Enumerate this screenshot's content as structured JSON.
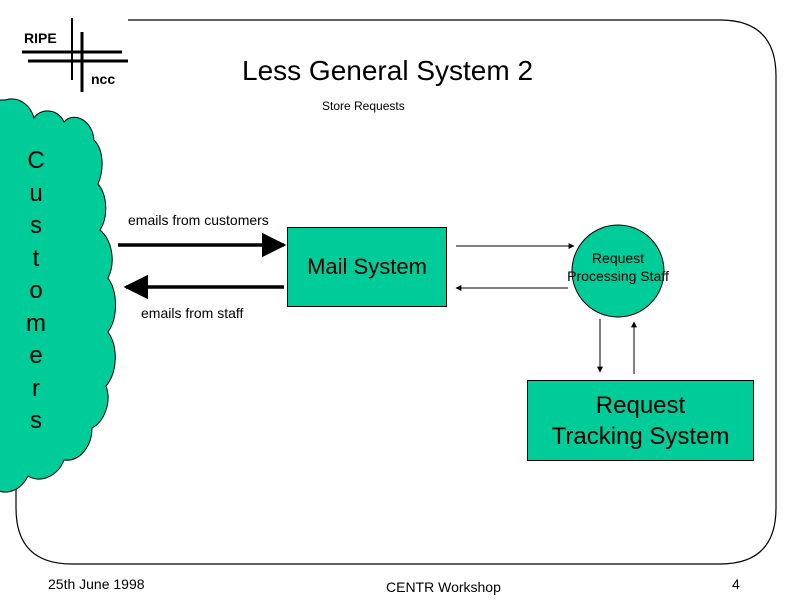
{
  "logo": {
    "top_text": "RIPE",
    "bottom_text": "ncc"
  },
  "title": "Less General System 2",
  "subtitle": "Store Requests",
  "customers": {
    "letters": [
      "C",
      "u",
      "s",
      "t",
      "o",
      "m",
      "e",
      "r",
      "s"
    ]
  },
  "arrows": {
    "to_mail_label": "emails from customers",
    "from_mail_label": "emails from staff"
  },
  "mail_system": {
    "label": "Mail System"
  },
  "request_processing": {
    "label_line1": "Request",
    "label_line2": "Processing Staff"
  },
  "request_tracking": {
    "label_line1": "Request",
    "label_line2": "Tracking System"
  },
  "footer": {
    "date": "25th June 1998",
    "event": "CENTR Workshop",
    "page_number": "4"
  },
  "colors": {
    "box_fill": "#00cc99",
    "cloud_fill": "#00cc99",
    "stroke": "#000000"
  }
}
